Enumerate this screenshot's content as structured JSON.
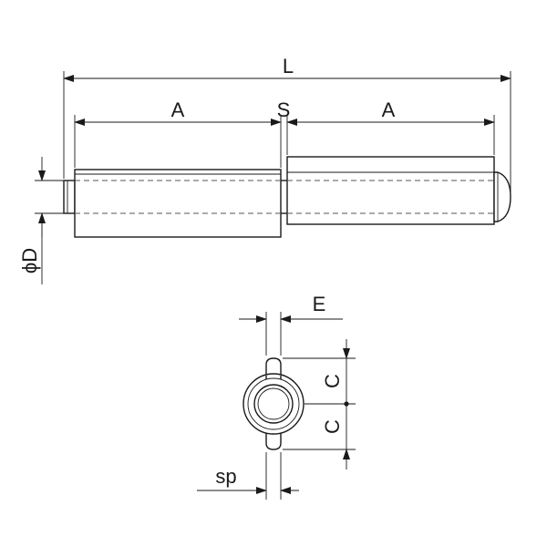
{
  "labels": {
    "total_length": "L",
    "half_length_left": "A",
    "gap": "S",
    "half_length_right": "A",
    "diameter": "ϕD",
    "wing_width": "E",
    "wing_height_top": "C",
    "wing_height_bottom": "C",
    "wing_thickness": "sp"
  },
  "colors": {
    "line": "#1a1a1a",
    "background": "#ffffff"
  }
}
